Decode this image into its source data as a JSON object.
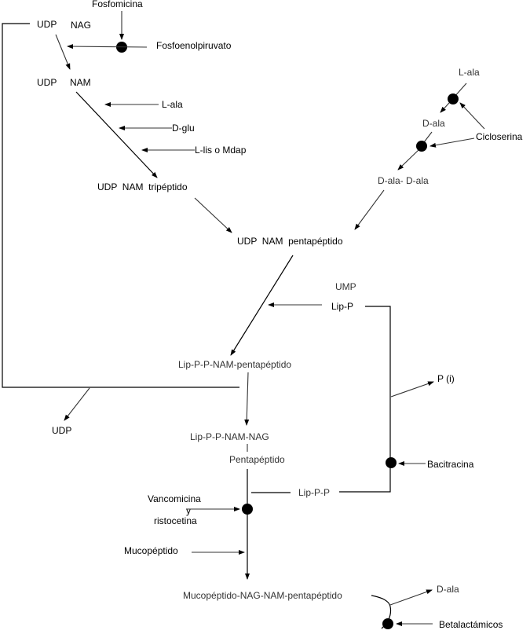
{
  "diagram": {
    "title": "Síntesis del peptidoglicano y sitios de acción de antibióticos",
    "nodes": {
      "udp_nag_udp": "UDP",
      "udp_nag_nag": "NAG",
      "fosfoenolpiruvato": "Fosfoenolpiruvato",
      "udp_nam_udp": "UDP",
      "udp_nam_nam": "NAM",
      "l_ala": "L-ala",
      "d_glu": "D-glu",
      "l_lis": "L-lis o Mdap",
      "udp_nam_tripeptido": "UDP  NAM  tripéptido",
      "l_ala_2": "L-ala",
      "d_ala": "D-ala",
      "d_ala_d_ala": "D-ala- D-ala",
      "udp_nam_pentapeptido": "UDP  NAM  pentapéptido",
      "ump": "UMP",
      "lip_p": "Lip-P",
      "lip_p_p_nam_pentapeptido": "Lip-P-P-NAM-pentapéptido",
      "udp": "UDP",
      "p_i": "P (i)",
      "lip_p_p_nam_nag": "Lip-P-P-NAM-NAG",
      "pentapeptido": "Pentapéptido",
      "lip_p_p": "Lip-P-P",
      "mucopeptido": "Mucopéptido",
      "mucopeptido_final": "Mucopéptido-NAG-NAM-pentapéptido",
      "d_ala_release": "D-ala"
    },
    "antibiotics": {
      "fosfomicina": {
        "label": "Fosfomicina",
        "color": "#ff0000"
      },
      "cicloserina": {
        "label": "Cicloserina",
        "color": "#ff00ff"
      },
      "bacitracina": {
        "label": "Bacitracina",
        "color": "#9900cc"
      },
      "vancomicina_line1": {
        "label": "Vancomicina",
        "color": "#990066"
      },
      "vancomicina_line2": {
        "label": "y",
        "color": "#990066"
      },
      "vancomicina_line3": {
        "label": "ristocetina",
        "color": "#990066"
      },
      "betalactamicos": {
        "label": "Betalactámicos",
        "color": "#ff0066"
      }
    }
  }
}
